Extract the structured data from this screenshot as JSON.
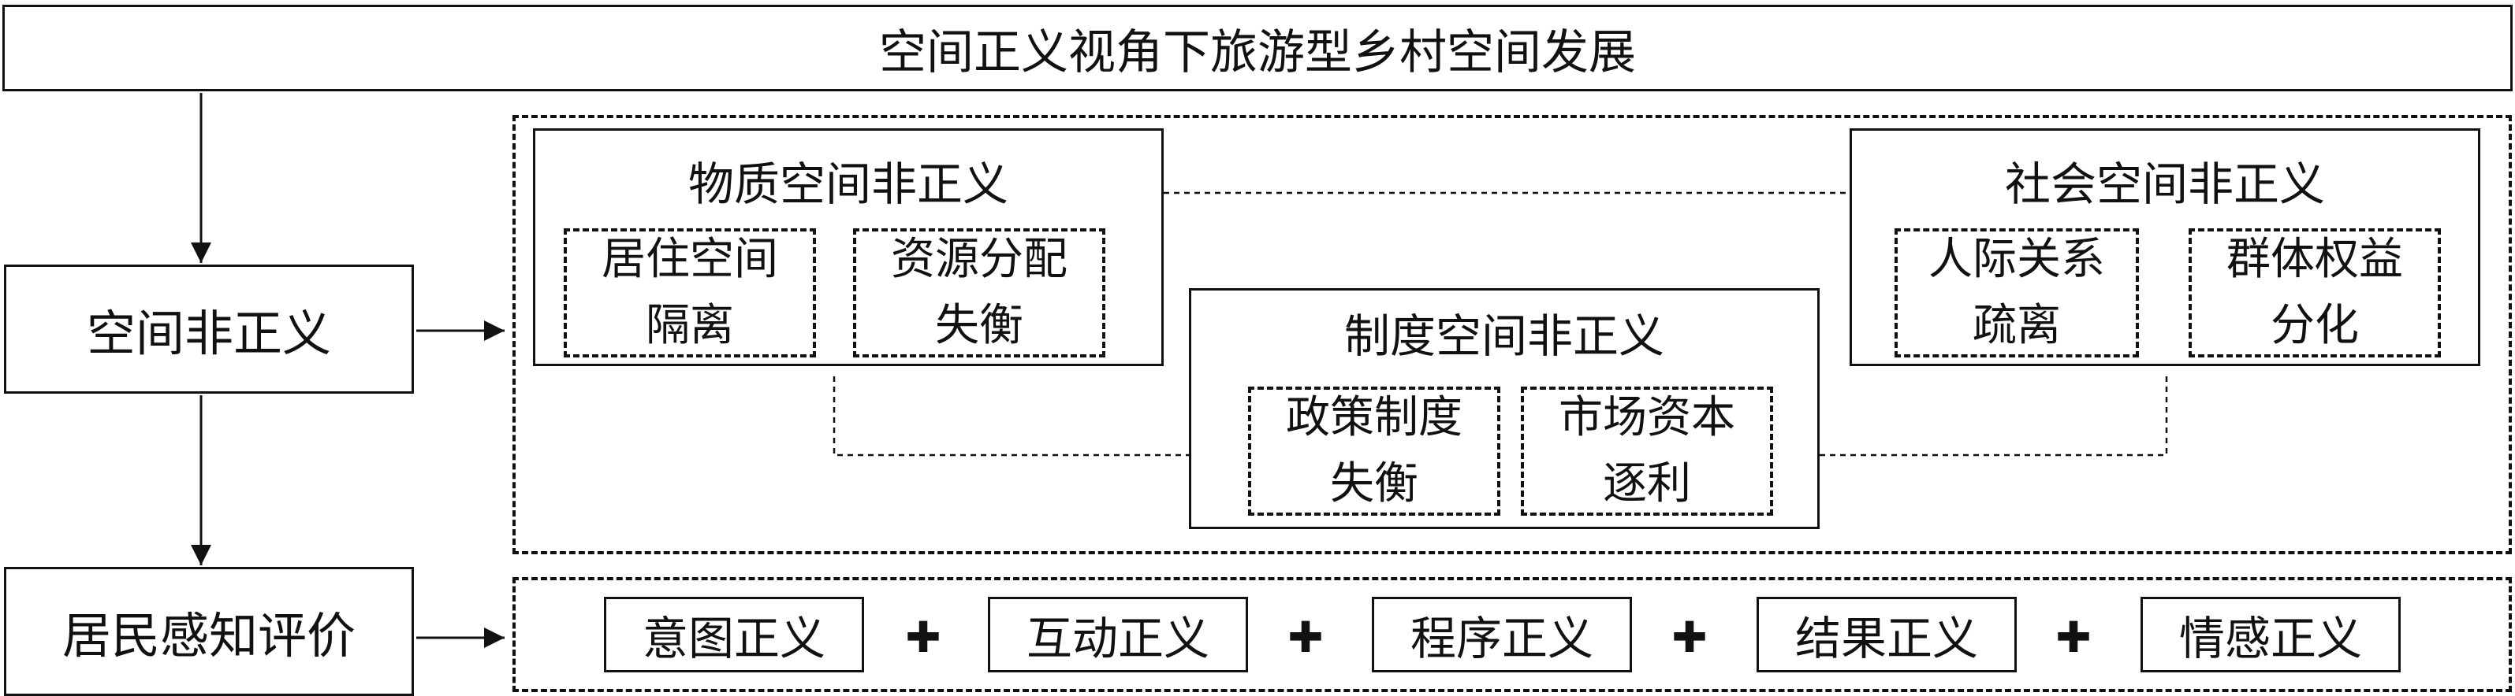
{
  "title": "空间正义视角下旅游型乡村空间发展",
  "left_boxes": {
    "injustice": "空间非正义",
    "evaluation": "居民感知评价"
  },
  "material": {
    "title": "物质空间非正义",
    "items": [
      {
        "line1": "居住空间",
        "line2": "隔离"
      },
      {
        "line1": "资源分配",
        "line2": "失衡"
      }
    ]
  },
  "institutional": {
    "title": "制度空间非正义",
    "items": [
      {
        "line1": "政策制度",
        "line2": "失衡"
      },
      {
        "line1": "市场资本",
        "line2": "逐利"
      }
    ]
  },
  "social": {
    "title": "社会空间非正义",
    "items": [
      {
        "line1": "人际关系",
        "line2": "疏离"
      },
      {
        "line1": "群体权益",
        "line2": "分化"
      }
    ]
  },
  "justice_dims": [
    "意图正义",
    "互动正义",
    "程序正义",
    "结果正义",
    "情感正义"
  ],
  "plus_symbol": "✚"
}
